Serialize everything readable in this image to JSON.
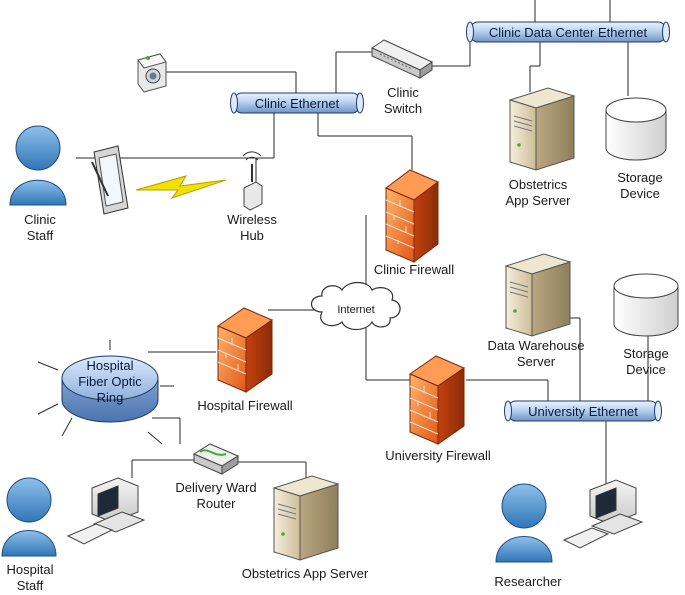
{
  "buses": {
    "clinic_ethernet": "Clinic Ethernet",
    "data_center_ethernet": "Clinic Data Center Ethernet",
    "university_ethernet": "University Ethernet"
  },
  "ring": {
    "line1": "Hospital",
    "line2": "Fiber Optic",
    "line3": "Ring"
  },
  "internet": "Internet",
  "labels": {
    "clinic_staff": [
      "Clinic",
      "Staff"
    ],
    "wireless_hub": [
      "Wireless",
      "Hub"
    ],
    "clinic_switch": [
      "Clinic",
      "Switch"
    ],
    "obstetrics_app_server_clinic": [
      "Obstetrics",
      "App Server"
    ],
    "storage_device_clinic": [
      "Storage",
      "Device"
    ],
    "clinic_firewall": "Clinic Firewall",
    "data_warehouse_server": [
      "Data Warehouse",
      "Server"
    ],
    "storage_device_university": [
      "Storage",
      "Device"
    ],
    "hospital_firewall": "Hospital Firewall",
    "university_firewall": "University Firewall",
    "delivery_ward_router": [
      "Delivery Ward",
      "Router"
    ],
    "obstetrics_app_server_hospital": "Obstetrics App Server",
    "hospital_staff": [
      "Hospital",
      "Staff"
    ],
    "researcher": "Researcher"
  }
}
